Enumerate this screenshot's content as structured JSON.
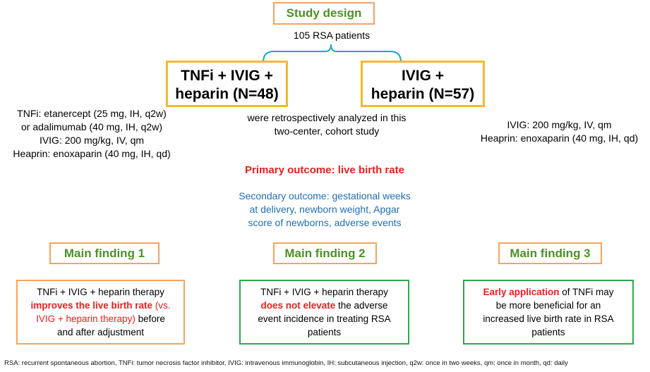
{
  "title": "Study design",
  "patients": "105 RSA patients",
  "arm1": {
    "line1": "TNFi + IVIG +",
    "line2": "heparin (N=48)",
    "regimen": [
      "TNFi: etanercept (25 mg, IH, q2w)",
      "or adalimumab (40 mg, IH, q2w)",
      "IVIG: 200 mg/kg, IV, qm",
      "Heaprin: enoxaparin (40 mg, IH, qd)"
    ]
  },
  "arm2": {
    "line1": "IVIG +",
    "line2": "heparin (N=57)",
    "regimen": [
      "IVIG: 200 mg/kg, IV, qm",
      "Heaprin: enoxaparin (40 mg, IH, qd)"
    ]
  },
  "analysis": [
    "were retrospectively analyzed in this",
    "two-center, cohort study"
  ],
  "primary_outcome": "Primary outcome: live birth rate",
  "secondary_outcome": [
    "Secondary outcome: gestational weeks",
    "at delivery, newborn weight, Apgar",
    "score of newborns, adverse events"
  ],
  "finding1": {
    "title": "Main finding 1",
    "pre": "TNFi + IVIG + heparin therapy",
    "highlight": "improves the live birth rate",
    "post1": " (vs.",
    "post2": "IVIG + heparin therapy)  before",
    "post3": "and after adjustment"
  },
  "finding2": {
    "title": "Main finding 2",
    "pre": "TNFi +  IVIG + heparin therapy",
    "highlight": "does not elevate",
    "post1": " the adverse",
    "post2": "event incidence in treating RSA",
    "post3": "patients"
  },
  "finding3": {
    "title": "Main finding 3",
    "highlight": "Early application",
    "post1": " of TNFi may",
    "post2": "be more beneficial for an",
    "post3": "increased live birth rate in RSA",
    "post4": "patients"
  },
  "footnote": "RSA: recurrent spontaneous abortion, TNFi: tumor necrosis factor inhibitor, IVIG: intravenous immunoglobin, IH: subcutaneous injection, q2w: once in two weeks, qm: once in month, qd: daily",
  "colors": {
    "orange_border": "#F4A460",
    "yellow_border": "#F5B82E",
    "green_border": "#2EAA4B",
    "green_text": "#4E8F2A",
    "red_text": "#E8201E",
    "blue_text": "#1F6FB5",
    "bracket": "#1BA1E2"
  }
}
